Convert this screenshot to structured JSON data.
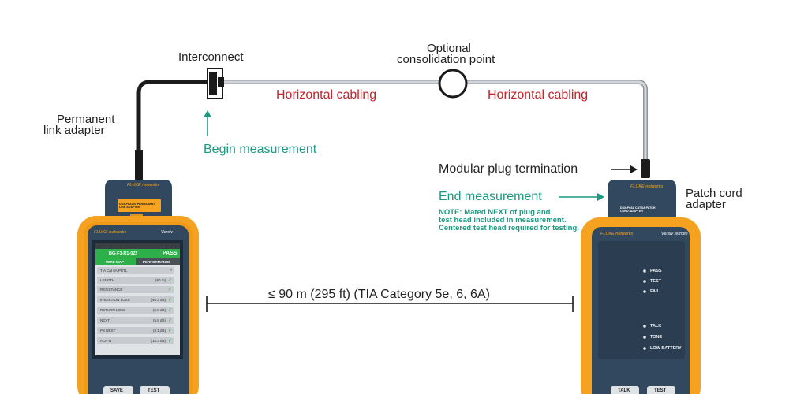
{
  "labels": {
    "interconnect": "Interconnect",
    "optional_line1": "Optional",
    "optional_line2": "consolidation point",
    "horizontal_left": "Horizontal cabling",
    "horizontal_right": "Horizontal cabling",
    "permanent_line1": "Permanent",
    "permanent_line2": "link adapter",
    "begin": "Begin measurement",
    "modular": "Modular plug termination",
    "end": "End measurement",
    "patch_line1": "Patch cord",
    "patch_line2": "adapter",
    "note_line1": "NOTE: Mated NEXT of plug and",
    "note_line2": "test head included in measurement.",
    "note_line3": "Centered test head required for testing.",
    "distance": "≤ 90 m (295 ft) (TIA Category 5e, 6, 6A)"
  },
  "left_device": {
    "brand": "FLUKE networks",
    "model": "Versiv",
    "adapter_text": "DSX-PLA004 PERMANENT LINK ADAPTER",
    "screen": {
      "id": "BG-F3-R1-022",
      "result": "PASS",
      "tabs": [
        "WIRE MAP",
        "PERFORMANCE"
      ],
      "rows": [
        {
          "label": "TIA Cat 6A PRTL",
          "value": ""
        },
        {
          "label": "LENGTH",
          "value": "(90 m)"
        },
        {
          "label": "RESISTANCE",
          "value": ""
        },
        {
          "label": "INSERTION LOSS",
          "value": "(40.3 dB)"
        },
        {
          "label": "RETURN LOSS",
          "value": "(5.9 dB)"
        },
        {
          "label": "NEXT",
          "value": "(6.8 dB)"
        },
        {
          "label": "PS NEXT",
          "value": "(8.1 dB)"
        },
        {
          "label": "ACR-N",
          "value": "(15.3 dB)"
        }
      ]
    },
    "buttons": [
      "SAVE",
      "TEST"
    ]
  },
  "right_device": {
    "brand": "FLUKE networks",
    "model": "Versiv remote",
    "adapter_text": "DSX-PC6A CAT 6A PATCH CORD ADAPTER",
    "leds": [
      "PASS",
      "TEST",
      "FAIL",
      "TALK",
      "TONE",
      "LOW BATTERY"
    ],
    "buttons": [
      "TALK",
      "TEST"
    ]
  },
  "colors": {
    "orange": "#f4a21f",
    "device_body": "#32485e",
    "red_text": "#c4232b",
    "teal_text": "#1a9a80"
  }
}
